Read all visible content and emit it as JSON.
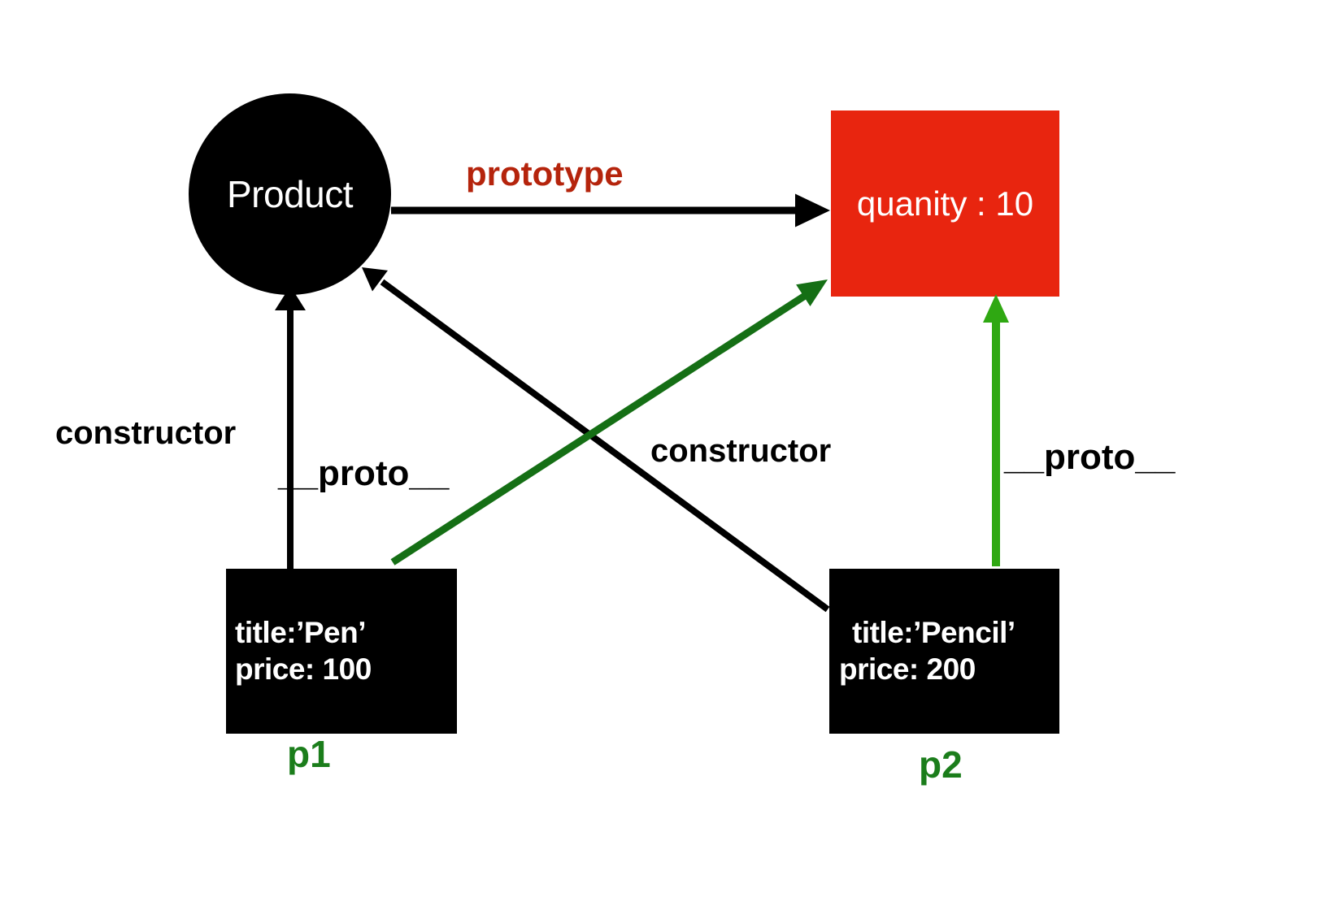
{
  "nodes": {
    "product": {
      "label": "Product"
    },
    "prototype_box": {
      "label": "quanity : 10"
    },
    "p1": {
      "title_line": "title:’Pen’",
      "price_line": "price: 100",
      "caption": "p1"
    },
    "p2": {
      "title_line": "title:’Pencil’",
      "price_line": "price: 200",
      "caption": "p2"
    }
  },
  "edge_labels": {
    "prototype": "prototype",
    "constructor_left": "constructor",
    "constructor_right": "constructor",
    "proto_left": "__proto__",
    "proto_right": "__proto__"
  },
  "colors": {
    "node_black": "#000000",
    "node_text_white": "#ffffff",
    "prototype_box_red": "#e8250f",
    "prototype_label_red": "#b5240c",
    "proto_p1_arrow_dark_green": "#156f15",
    "proto_p2_arrow_bright_green": "#2fa812",
    "caption_green": "#1b7d1b",
    "background": "#ffffff"
  }
}
